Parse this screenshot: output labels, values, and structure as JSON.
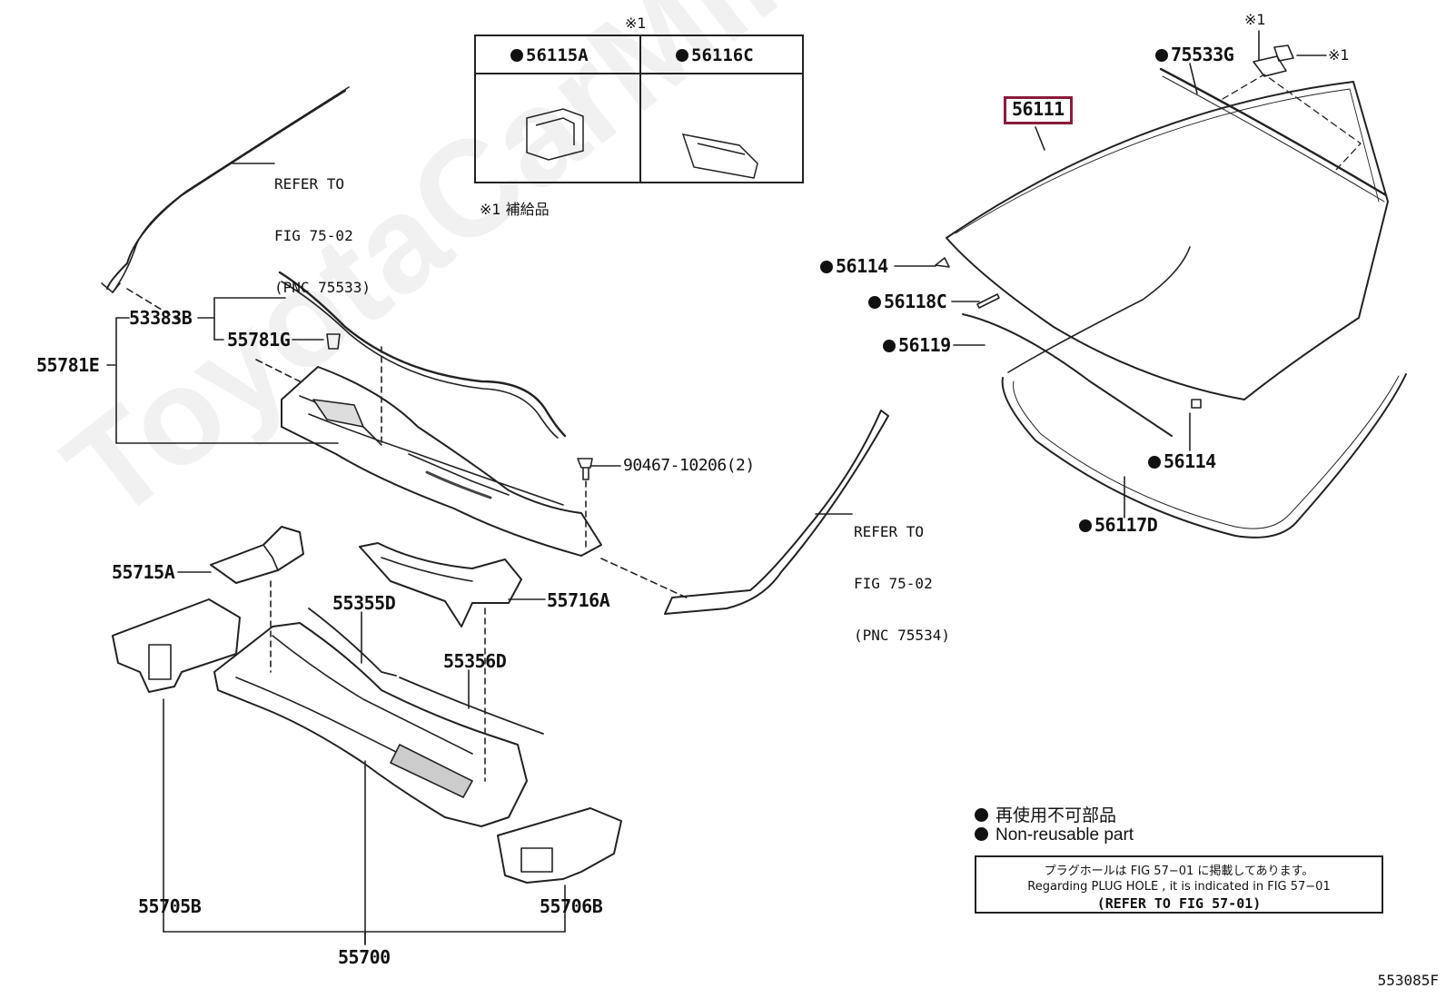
{
  "watermark": "ToyotaCarMine.ru",
  "figure_id": "553085F",
  "supply_note_mark": "※1",
  "supply_note_text": "※1 補給品",
  "inset": {
    "col1_part": "56115A",
    "col2_part": "56116C",
    "mark": "※1"
  },
  "parts": {
    "p56111": "56111",
    "p75533G": "75533G",
    "p56114_top": "56114",
    "p56118C": "56118C",
    "p56119": "56119",
    "p56114_bottom": "56114",
    "p56117D": "56117D",
    "p53383B": "53383B",
    "p55781G": "55781G",
    "p55781E": "55781E",
    "p90467": "90467-10206(2)",
    "p55715A": "55715A",
    "p55355D": "55355D",
    "p55716A": "55716A",
    "p55356D": "55356D",
    "p55705B": "55705B",
    "p55706B": "55706B",
    "p55700": "55700"
  },
  "refs": {
    "ref1": [
      "REFER TO",
      "FIG 75-02",
      "(PNC 75533)"
    ],
    "ref2": [
      "REFER TO",
      "FIG 75-02",
      "(PNC 75534)"
    ]
  },
  "marks": {
    "top_right_1": "※1",
    "top_right_2": "※1"
  },
  "legend": {
    "jp": "再使用不可部品",
    "en": "Non-reusable part"
  },
  "note": {
    "line1": "プラグホールは FIG 57−01 に掲載してあります。",
    "line2": "Regarding  PLUG  HOLE , it is indicated in FIG  57−01",
    "line3": "(REFER TO FIG 57-01)"
  },
  "colors": {
    "highlight": "#8b1a3b",
    "line": "#222222"
  }
}
